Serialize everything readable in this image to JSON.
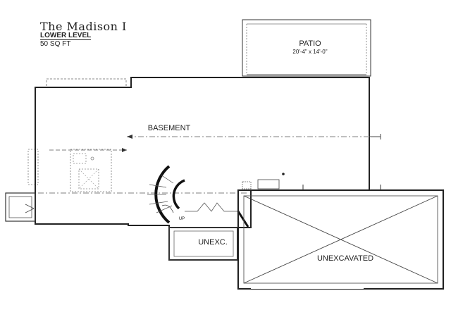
{
  "plan": {
    "title": "The Madison I",
    "level": "LOWER LEVEL",
    "area": "50 SQ FT"
  },
  "rooms": {
    "patio_name": "PATIO",
    "patio_dims": "20'-4\" x 14'-0\"",
    "basement": "BASEMENT",
    "unexc_small": "UNEXC.",
    "unexcavated": "UNEXCAVATED",
    "stair_up": "UP"
  }
}
